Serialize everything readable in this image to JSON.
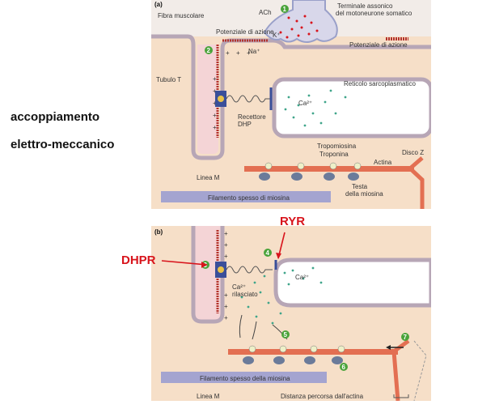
{
  "side_title": {
    "line1": "accoppiamento",
    "line2": "elettro-meccanico"
  },
  "callouts": {
    "dhpr": "DHPR",
    "ryr": "RYR"
  },
  "panel_a": {
    "tag": "(a)",
    "labels": {
      "fibra": "Fibra muscolare",
      "ach": "ACh",
      "terminale1": "Terminale assonico",
      "terminale2": "del motoneurone somatico",
      "potenziale_left": "Potenziale di azione",
      "potenziale_right": "Potenziale di azione",
      "k": "K⁺",
      "na": "Na⁺",
      "tubulo": "Tubulo T",
      "reticolo": "Reticolo sarcoplasmatico",
      "ca": "Ca²⁺",
      "recettore1": "Recettore",
      "recettore2": "DHP",
      "tropomiosina": "Tropomiosina",
      "troponina": "Troponina",
      "disco": "Disco Z",
      "actina": "Actina",
      "linea": "Linea M",
      "testa1": "Testa",
      "testa2": "della miosina",
      "filamento": "Filamento spesso di miosina"
    },
    "steps": [
      "1",
      "2"
    ]
  },
  "panel_b": {
    "tag": "(b)",
    "labels": {
      "ca_ril1": "Ca²⁺",
      "ca_ril2": "rilasciato",
      "ca_ret": "Ca²⁺",
      "filamento": "Filamento spesso della miosina",
      "linea": "Linea M",
      "distanza": "Distanza percorsa dall'actina"
    },
    "steps": [
      "3",
      "4",
      "5",
      "6",
      "7"
    ]
  },
  "colors": {
    "cytoplasm": "#f6dfc8",
    "membrane": "#b7a6b6",
    "tubule": "#f4d4d6",
    "reticulum": "#ffffff",
    "calcium": "#3fa58a",
    "actin": "#e36f52",
    "myosin": "#a4a4d0",
    "receptor": "#3a4f9a",
    "step": "#4aa33a",
    "callout": "#d8141c"
  }
}
